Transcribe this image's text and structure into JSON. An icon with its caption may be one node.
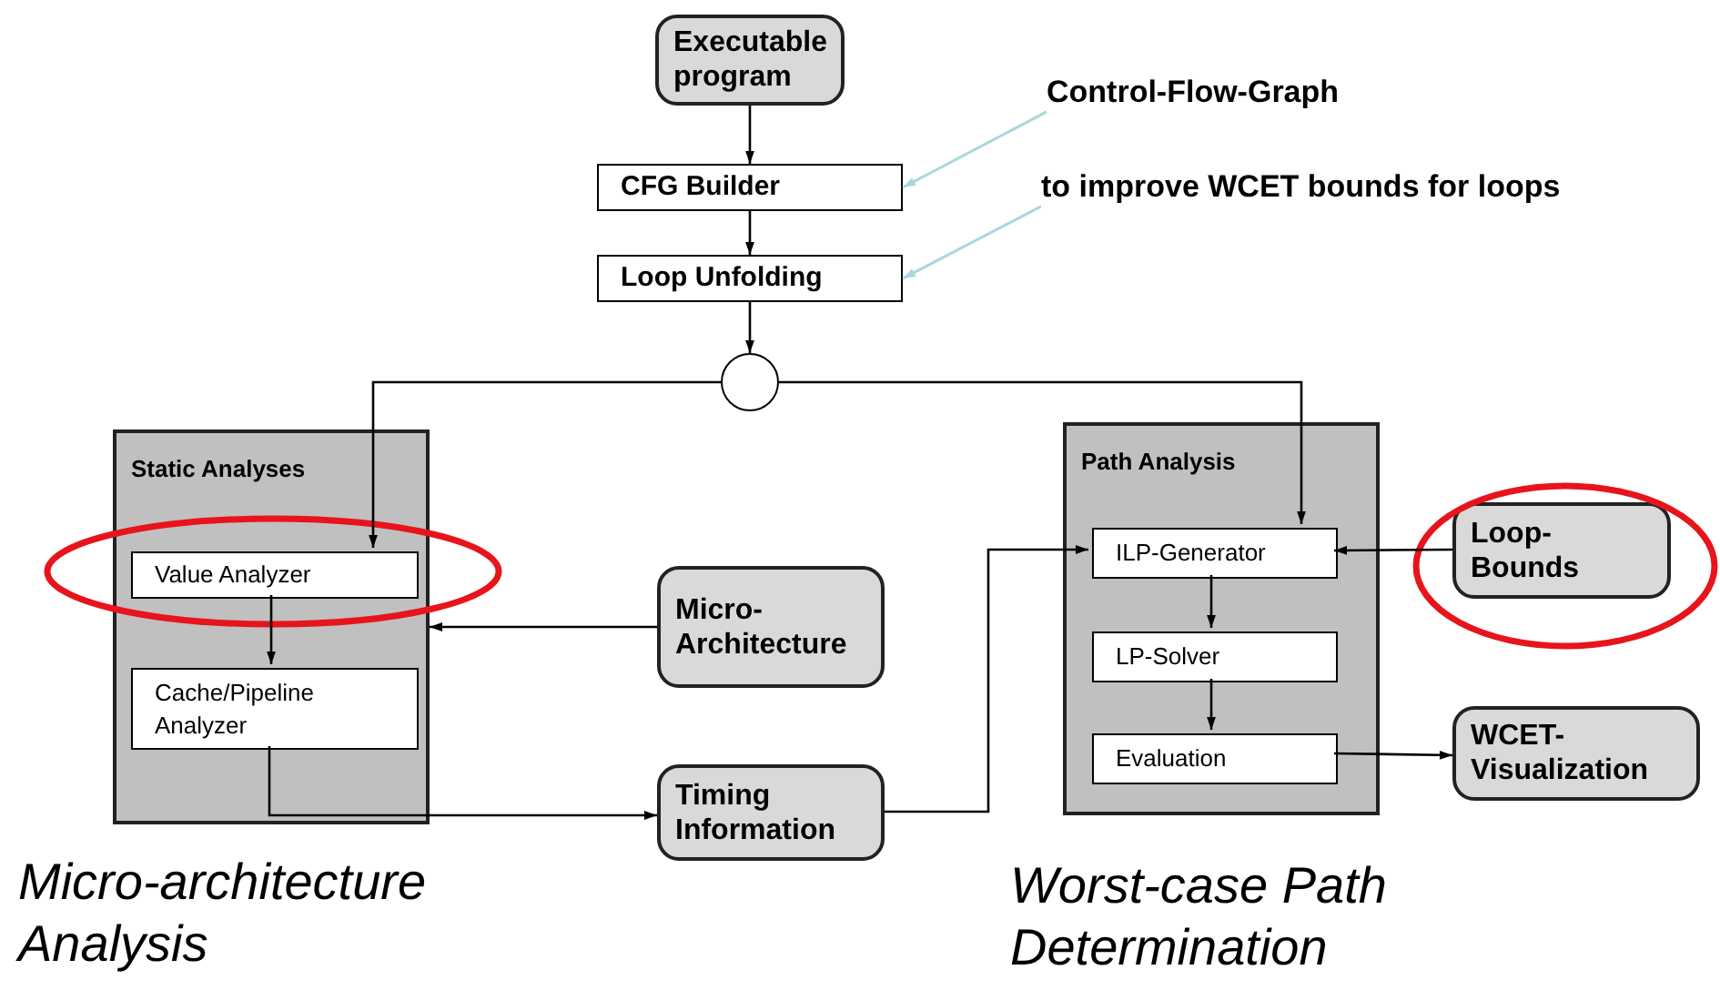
{
  "diagram": {
    "nodes": [
      {
        "text": [
          "Executable program"
        ]
      },
      {
        "text": [
          "CFG Builder"
        ]
      },
      {
        "text": [
          "Loop Unfolding"
        ]
      },
      {
        "text": [],
        "shape": "circle"
      },
      {
        "text": [
          "Static Analyses"
        ]
      },
      {
        "text": [
          "Value Analyzer"
        ],
        "in": 4
      },
      {
        "text": [
          "Cache/Pipeline Analyzer"
        ],
        "in": 4
      },
      {
        "text": [
          "Micro-Architecture"
        ]
      },
      {
        "text": [
          "Timing Information"
        ]
      },
      {
        "text": [
          "Path Analysis"
        ]
      },
      {
        "text": [
          "ILP-Generator"
        ],
        "in": 9
      },
      {
        "text": [
          "LP-Solver"
        ],
        "in": 9
      },
      {
        "text": [
          "Evaluation"
        ],
        "in": 9
      },
      {
        "text": [
          "Loop-Bounds"
        ]
      },
      {
        "text": [
          "WCET-Visualization"
        ]
      },
      {
        "text": [
          "Control-Flow-Graph"
        ]
      },
      {
        "text": [
          "to improve WCET bounds for loops"
        ]
      }
    ],
    "edges": [
      {
        "from": 0,
        "to": 1,
        "arrow": "to"
      },
      {
        "from": 1,
        "to": 2,
        "arrow": "to"
      },
      {
        "from": 2,
        "to": 3,
        "arrow": "to"
      },
      {
        "from": 3,
        "to": 5,
        "arrow": "to"
      },
      {
        "from": 3,
        "to": 10,
        "arrow": "to"
      },
      {
        "from": 5,
        "to": 6,
        "arrow": "to"
      },
      {
        "from": 7,
        "to": 4,
        "arrow": "to"
      },
      {
        "from": 6,
        "to": 8,
        "arrow": "to"
      },
      {
        "from": 8,
        "to": 10,
        "arrow": "to"
      },
      {
        "from": 13,
        "to": 10,
        "arrow": "to"
      },
      {
        "from": 10,
        "to": 11,
        "arrow": "to"
      },
      {
        "from": 11,
        "to": 12,
        "arrow": "to"
      },
      {
        "from": 12,
        "to": 14,
        "arrow": "to"
      },
      {
        "from": 15,
        "to": 1,
        "arrow": "to",
        "color": "#a8d8dc"
      },
      {
        "from": 16,
        "to": 2,
        "arrow": "to",
        "color": "#a8d8dc"
      }
    ],
    "labels": [
      "Micro-architecture Analysis",
      "Worst-case Path Determination"
    ]
  }
}
